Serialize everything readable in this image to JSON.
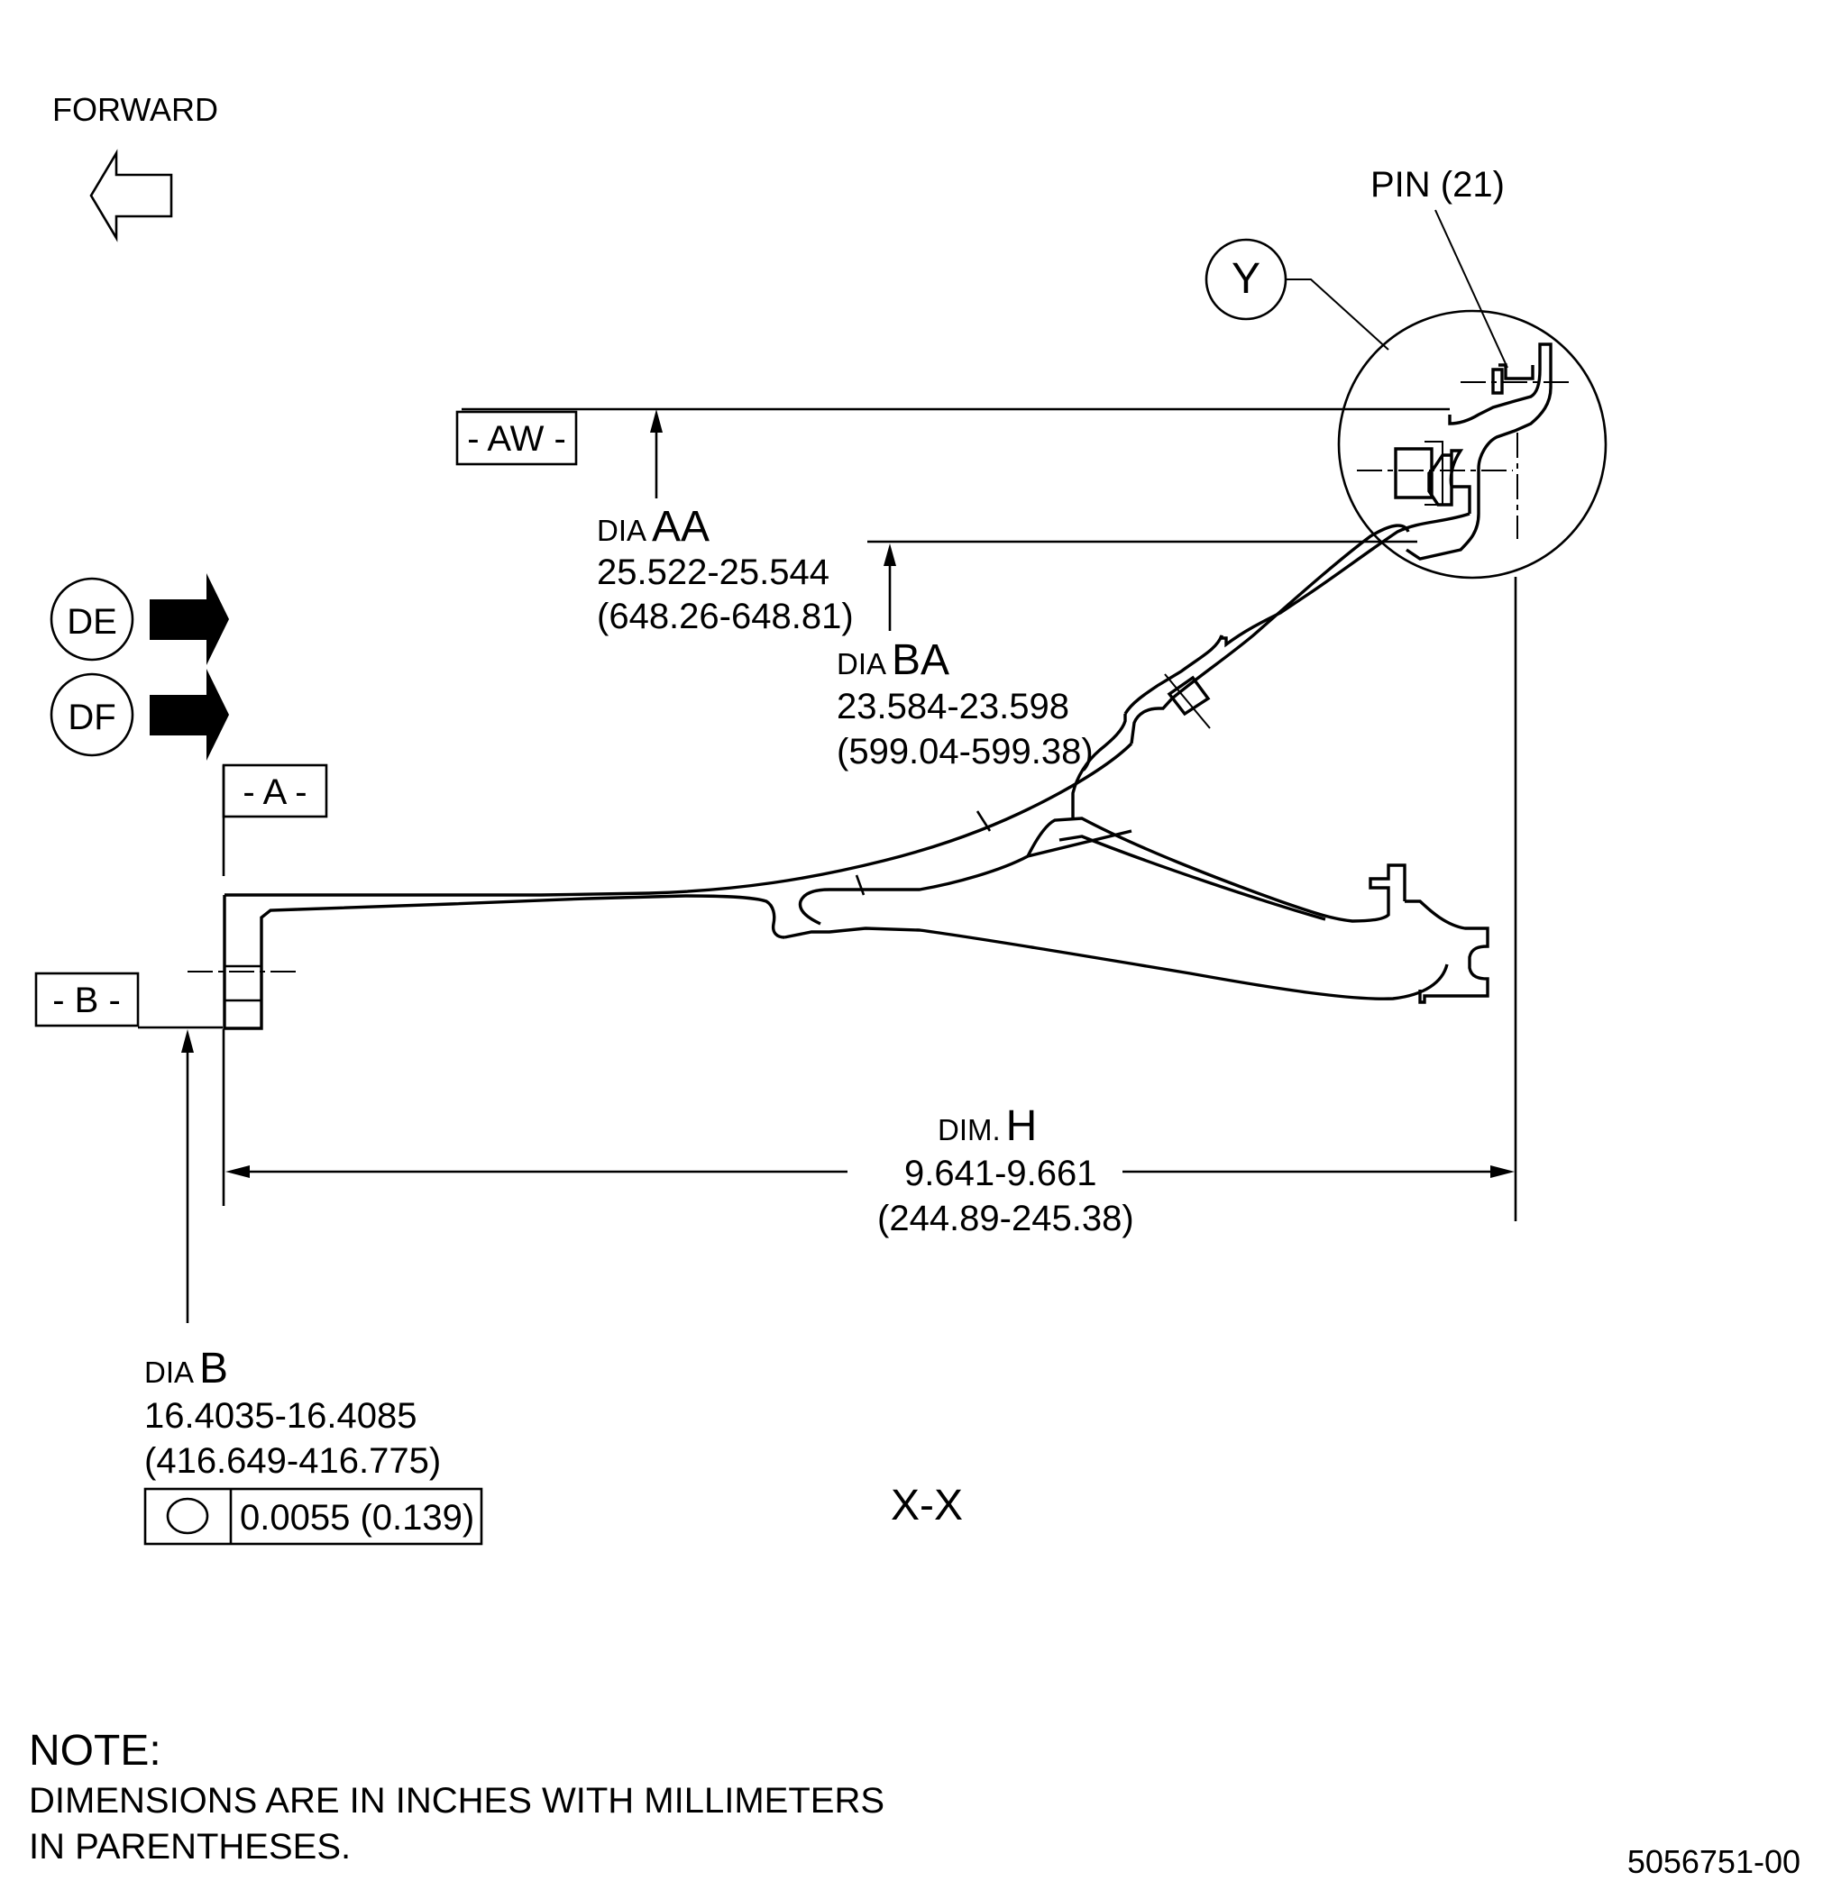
{
  "direction": {
    "label": "FORWARD",
    "icon": "forward-arrow-icon"
  },
  "pin_callout": "PIN (21)",
  "detail_callout": "Y",
  "view_callouts": [
    "DE",
    "DF"
  ],
  "datums": {
    "aw": "- AW -",
    "a": "- A -",
    "b": "- B -"
  },
  "dim_aa": {
    "prefix": "DIA",
    "id": "AA",
    "inches": "25.522-25.544",
    "mm": "(648.26-648.81)"
  },
  "dim_ba": {
    "prefix": "DIA",
    "id": "BA",
    "inches": "23.584-23.598",
    "mm": "(599.04-599.38)"
  },
  "dim_h": {
    "prefix": "DIM.",
    "id": "H",
    "inches": "9.641-9.661",
    "mm": "(244.89-245.38)"
  },
  "dim_b": {
    "prefix": "DIA",
    "id": "B",
    "inches": "16.4035-16.4085",
    "mm": "(416.649-416.775)"
  },
  "tolerance": {
    "symbol": "circularity-icon",
    "value": "0.0055 (0.139)"
  },
  "section_label": "X-X",
  "note": {
    "title": "NOTE:",
    "line1": "DIMENSIONS ARE IN INCHES WITH MILLIMETERS",
    "line2": "IN PARENTHESES."
  },
  "figure_number": "5056751-00"
}
